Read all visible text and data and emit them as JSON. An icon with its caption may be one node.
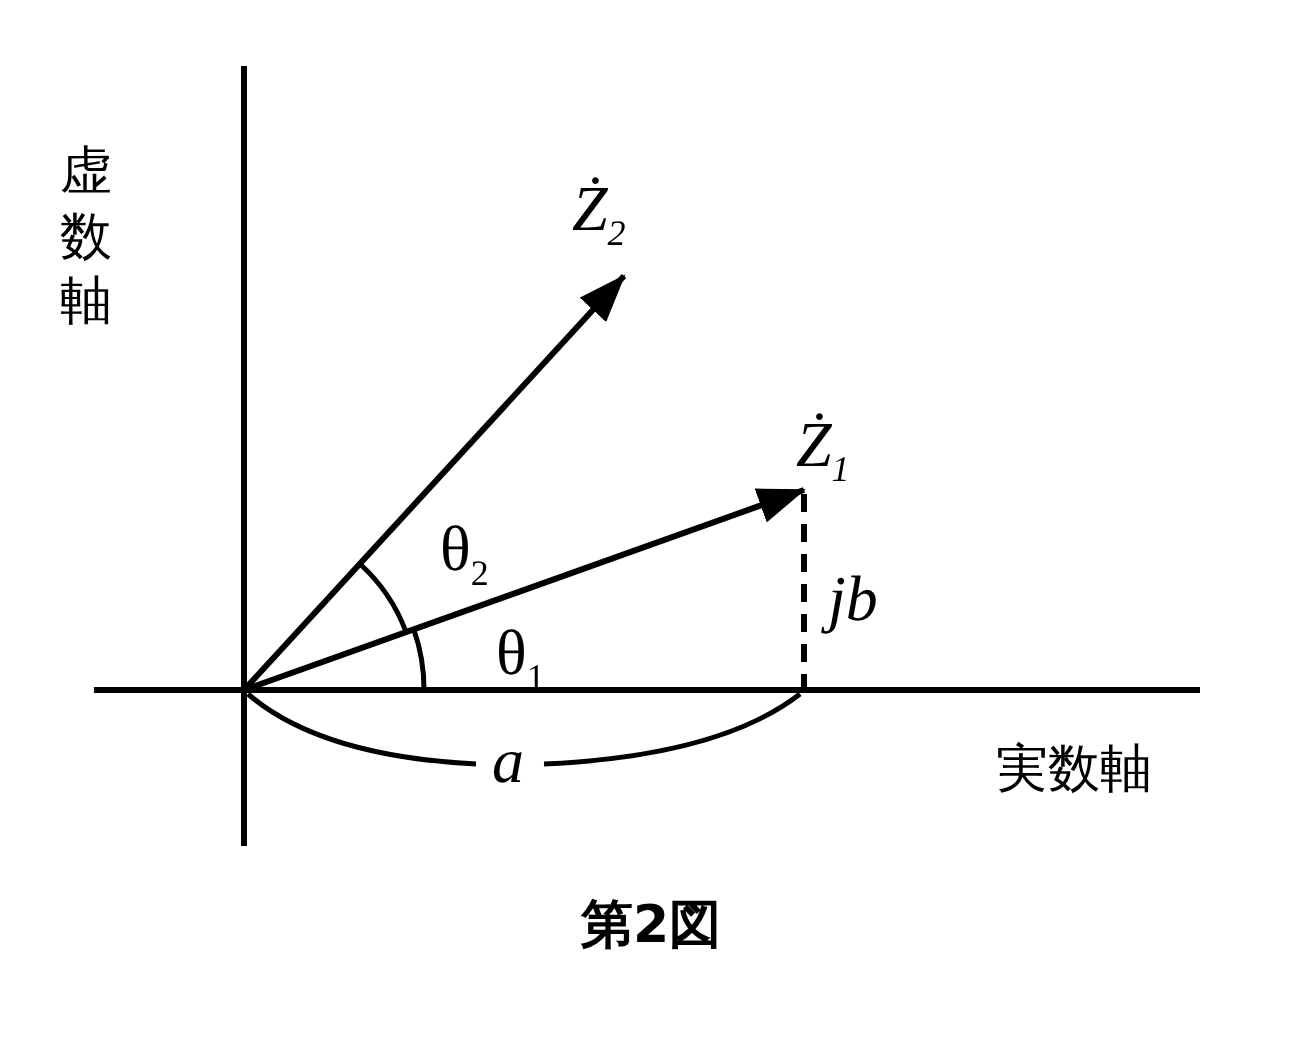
{
  "diagram": {
    "caption": "第2図",
    "labels": [
      "虚数軸",
      "Ż$_{2}$",
      "Ż$_{1}$",
      "θ$_{2}$",
      "jb",
      "θ$_{1}$",
      "a",
      "実数軸"
    ]
  }
}
